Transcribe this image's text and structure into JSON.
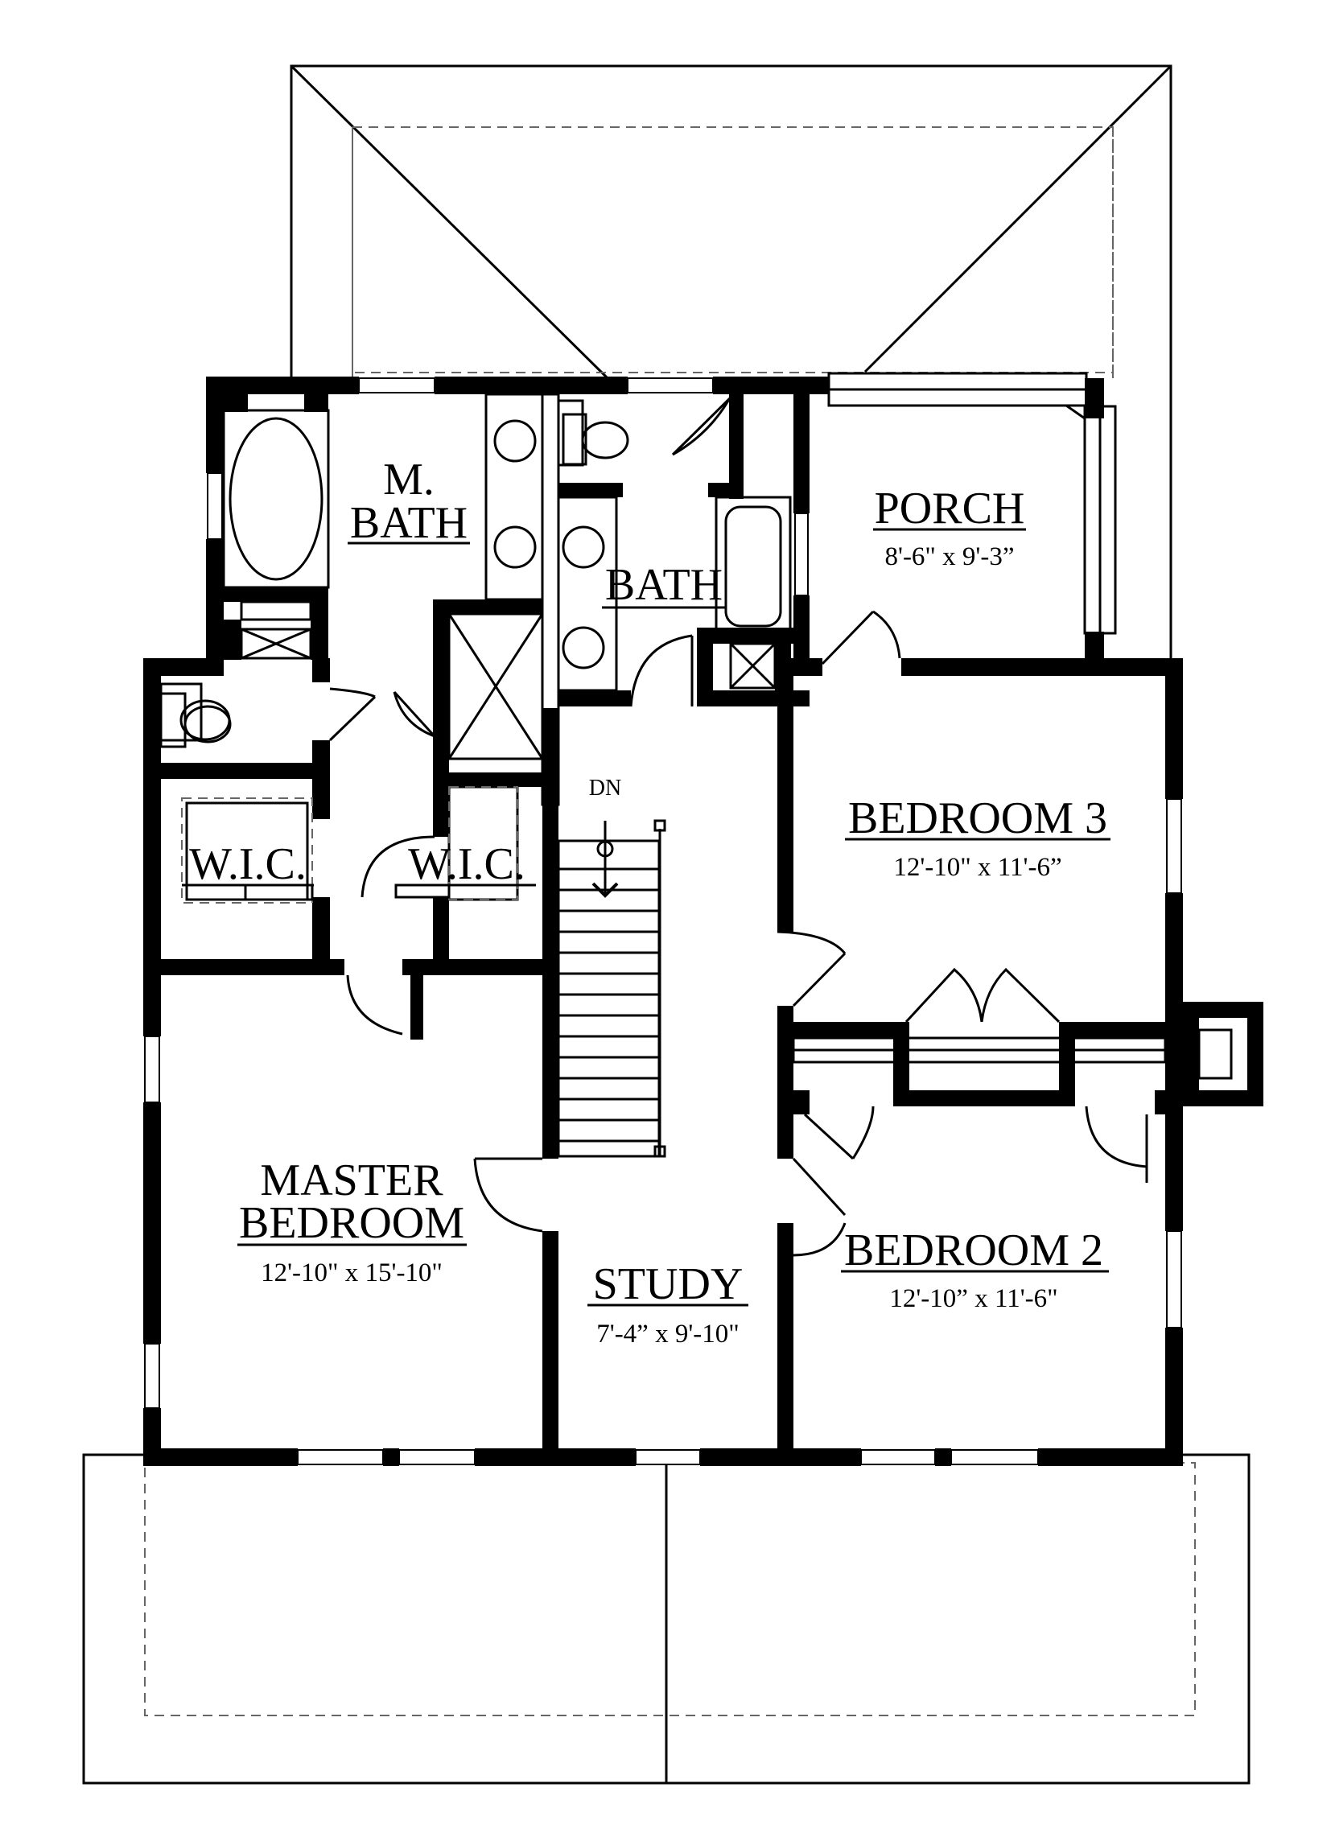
{
  "rooms": {
    "master_bath": {
      "line1": "M.",
      "line2": "BATH"
    },
    "bath": {
      "name": "BATH"
    },
    "porch": {
      "name": "PORCH",
      "dims": "8'-6\" x 9'-3”"
    },
    "wic_left": {
      "name": "W.I.C."
    },
    "wic_right": {
      "name": "W.I.C."
    },
    "bedroom3": {
      "name": "BEDROOM 3",
      "dims": "12'-10\" x 11'-6”"
    },
    "master_bedroom": {
      "line1": "MASTER",
      "line2": "BEDROOM",
      "dims": "12'-10\" x 15'-10\""
    },
    "study": {
      "name": "STUDY",
      "dims": "7'-4” x 9'-10\""
    },
    "bedroom2": {
      "name": "BEDROOM 2",
      "dims": "12'-10” x 11'-6\""
    }
  },
  "stairs": {
    "label": "DN"
  }
}
